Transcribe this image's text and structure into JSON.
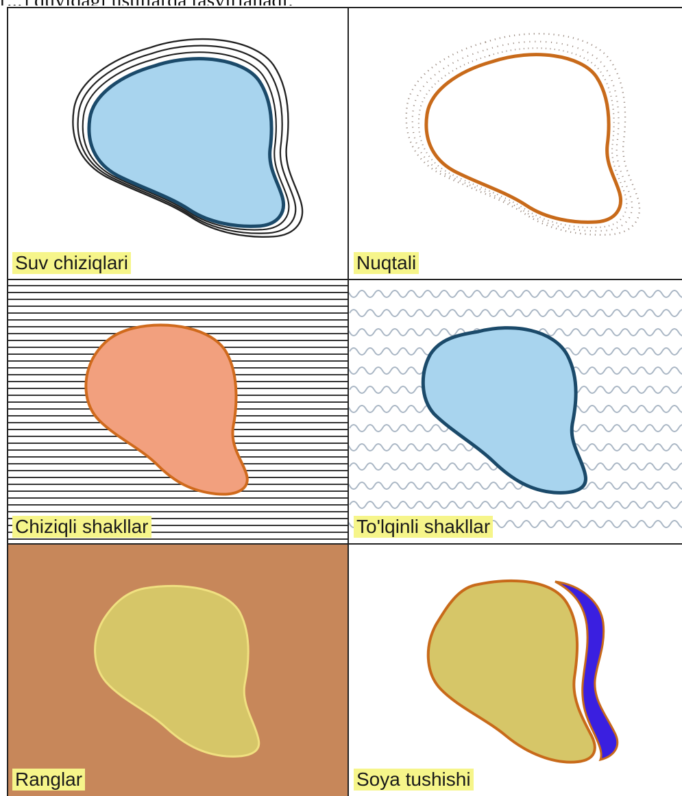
{
  "top_text": "[...] quyidagi usullarda tasvirlanadi:",
  "panels": [
    {
      "label": "Suv chiziqlari"
    },
    {
      "label": "Nuqtali"
    },
    {
      "label": "Chiziqli shakllar"
    },
    {
      "label": "To'lqinli shakllar"
    },
    {
      "label": "Ranglar"
    },
    {
      "label": "Soya tushishi"
    }
  ],
  "colors": {
    "water_fill": "#a8d4ee",
    "water_outline": "#1b4a6a",
    "orange_outline": "#c86a1a",
    "salmon_fill": "#f2a07e",
    "brown_background": "#c7875a",
    "khaki_fill": "#d6c668",
    "shadow_blue": "#3a1fe0",
    "label_highlight": "#f6f58a"
  }
}
